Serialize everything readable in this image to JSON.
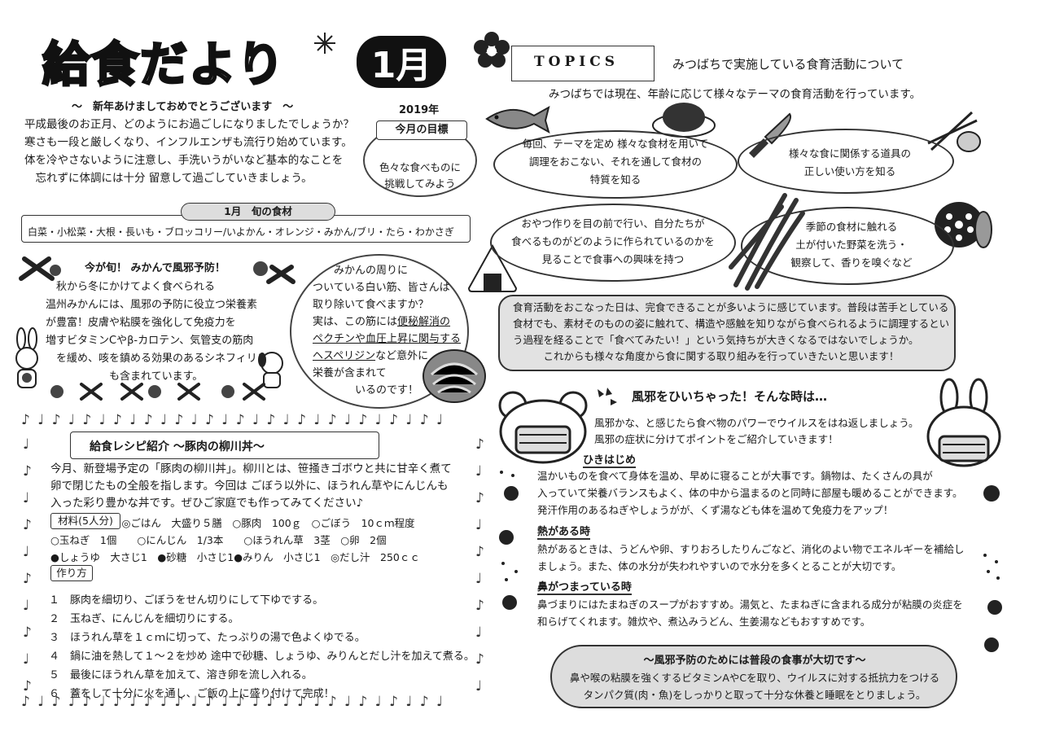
{
  "masthead": {
    "title": "給食だより",
    "month": "1月",
    "year": "2019年"
  },
  "greeting": "～　新年あけましておめでとうございます　～",
  "intro_lines": [
    "平成最後のお正月、どのようにお過ごしになりましたでしょうか？",
    "寒さも一段と厳しくなり、インフルエンザも流行り始めています。",
    "体を冷やさないように注意し、手洗いうがいなど基本的なことを",
    "　忘れずに体調には十分 留意して過ごしていきましょう。"
  ],
  "monthly_goal": {
    "title": "今月の目標",
    "lines": [
      "色々な食べものに",
      "挑戦してみよう"
    ]
  },
  "seasonal": {
    "title": "1月　旬の食材",
    "items": "白菜・小松菜・大根・長いも・ブロッコリー/いよかん・オレンジ・みかん/ブリ・たら・わかさぎ"
  },
  "mikan": {
    "title": "今が旬！ みかんで風邪予防！",
    "lines": [
      "　秋から冬にかけてよく食べられる",
      "温州みかんには、風邪の予防に役立つ栄養素",
      "が豊富！皮膚や粘膜を強化して免疫力を",
      "増すビタミンCやβ-カロテン、気管支の筋肉",
      "　を緩め、咳を鎮める効果のあるシネフィリン",
      "　　　　　　も含まれています。"
    ],
    "note_lines": [
      "　　みかんの周りに",
      "ついている白い筋、皆さんは",
      "取り除いて食べますか？",
      "実は、この筋には",
      "ペクチンや",
      "ヘスペリジン",
      "など意外に",
      "栄養が含まれて",
      "　　　　いるのです！"
    ],
    "note_u1": "便秘解消の",
    "note_u2": "血圧上昇に関与する"
  },
  "recipe": {
    "title": "給食レシピ紹介 ～豚肉の柳川丼～",
    "lines": [
      "今月、新登場予定の「豚肉の柳川丼」。柳川とは、笹掻きゴボウと共に甘辛く煮て",
      "卵で閉じたもの全般を指します。今回は ごぼう以外に、ほうれん草やにんじんも",
      "入った彩り豊かな丼です。ぜひご家庭でも作ってみてください♪"
    ],
    "materials_label": "材料(5人分)",
    "materials_lines": [
      "　　　　　　　◎ごはん　大盛り５膳　○豚肉　100ｇ　○ごぼう　10ｃｍ程度",
      "○玉ねぎ　1個　　○にんじん　1/3本　　○ほうれん草　3茎　○卵　2個",
      "●しょうゆ　大さじ1　●砂糖　小さじ1●みりん　小さじ1　◎だし汁　250ｃｃ"
    ],
    "steps_label": "作り方",
    "steps": [
      "１　豚肉を細切り、ごぼうをせん切りにして下ゆでする。",
      "２　玉ねぎ、にんじんを細切りにする。",
      "３　ほうれん草を１ｃｍに切って、たっぷりの湯で色よくゆでる。",
      "４　鍋に油を熱して１～２を炒め 途中で砂糖、しょうゆ、みりんとだし汁を加えて煮る。",
      "５　最後にほうれん草を加えて、溶き卵を流し入れる。",
      "６　蓋をして十分に火を通し、ご飯の上に盛り付けて完成！"
    ]
  },
  "topics": {
    "label": "TOPICS",
    "heading": "みつばちで実施している食育活動について",
    "subheading": "みつばちでは現在、年齢に応じて様々なテーマの食育活動を行っています。",
    "ovals": [
      {
        "lines": [
          "毎回、テーマを定め 様々な食材を用いて",
          "調理をおこない、それを通して食材の",
          "特質を知る"
        ]
      },
      {
        "lines": [
          "様々な食に関係する道具の",
          "正しい使い方を知る"
        ]
      },
      {
        "lines": [
          "おやつ作りを目の前で行い、自分たちが",
          "食べるものがどのように作られているのかを",
          "見ることで食事への興味を持つ"
        ]
      },
      {
        "lines": [
          "季節の食材に触れる",
          "土が付いた野菜を洗う・",
          "観察して、香りを嗅ぐなど"
        ]
      }
    ],
    "activity_lines": [
      "食育活動をおこなった日は、完食できることが多いように感じています。普段は苦手としている",
      "食材でも、素材そのものの姿に触れて、構造や感触を知りながら食べられるように調理するとい",
      "う過程を経ることで「食べてみたい！」という気持ちが大きくなるではないでしょうか。",
      "　　　これからも様々な角度から食に関する取り組みを行っていきたいと思います！"
    ]
  },
  "cold": {
    "title": "風邪をひいちゃった！そんな時は…",
    "intro_lines": [
      "風邪かな、と感じたら食べ物のパワーでウイルスをはね返しましょう。",
      "風邪の症状に分けてポイントをご紹介していきます！"
    ],
    "sections": [
      {
        "head": "ひきはじめ",
        "lines": [
          "温かいものを食べて身体を温め、早めに寝ることが大事です。鍋物は、たくさんの具が",
          "入っていて栄養バランスもよく、体の中から温まるのと同時に部屋も暖めることができます。",
          "発汗作用のあるねぎやしょうがが、くず湯なども体を温めて免疫力をアップ！"
        ]
      },
      {
        "head": "熱がある時",
        "lines": [
          "熱があるときは、うどんや卵、すりおろしたりんごなど、消化のよい物でエネルギーを補給し",
          "ましょう。また、体の水分が失われやすいので水分を多くとることが大切です。"
        ]
      },
      {
        "head": "鼻がつまっている時",
        "lines": [
          "鼻づまりにはたまねぎのスープがおすすめ。湯気と、たまねぎに含まれる成分が粘膜の炎症を",
          "和らげてくれます。雑炊や、煮込みうどん、生姜湯などもおすすめです。"
        ]
      }
    ],
    "bottom_title": "～風邪予防のためには普段の食事が大切です～",
    "bottom_lines": [
      "鼻や喉の粘膜を強くするビタミンAやCを取り、ウイルスに対する抵抗力をつける",
      "タンパク質(肉・魚)をしっかりと取って十分な休養と睡眠をとりましょう。"
    ]
  },
  "icons": [
    "flower-icon",
    "fish-icon",
    "hamburg-icon",
    "knife-icon",
    "chopsticks-icon",
    "green-beans-icon",
    "lotus-root-icon",
    "onigiri-icon",
    "mikan-icon",
    "rabbit-icon",
    "dog-icon",
    "bear-mask-icon",
    "rabbit-mask-icon",
    "music-note-icon"
  ]
}
